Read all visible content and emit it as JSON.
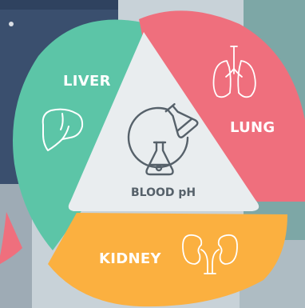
{
  "diagram": {
    "center_label": "BLOOD pH",
    "segments": [
      {
        "label": "LIVER",
        "color": "#5cc5a7",
        "icon": "liver-icon"
      },
      {
        "label": "LUNG",
        "color": "#ef6f7d",
        "icon": "lungs-icon"
      },
      {
        "label": "KIDNEY",
        "color": "#fbb040",
        "icon": "kidneys-icon"
      }
    ],
    "center_icon": "flask-pouring-icon",
    "center_fill": "#e9edef"
  }
}
